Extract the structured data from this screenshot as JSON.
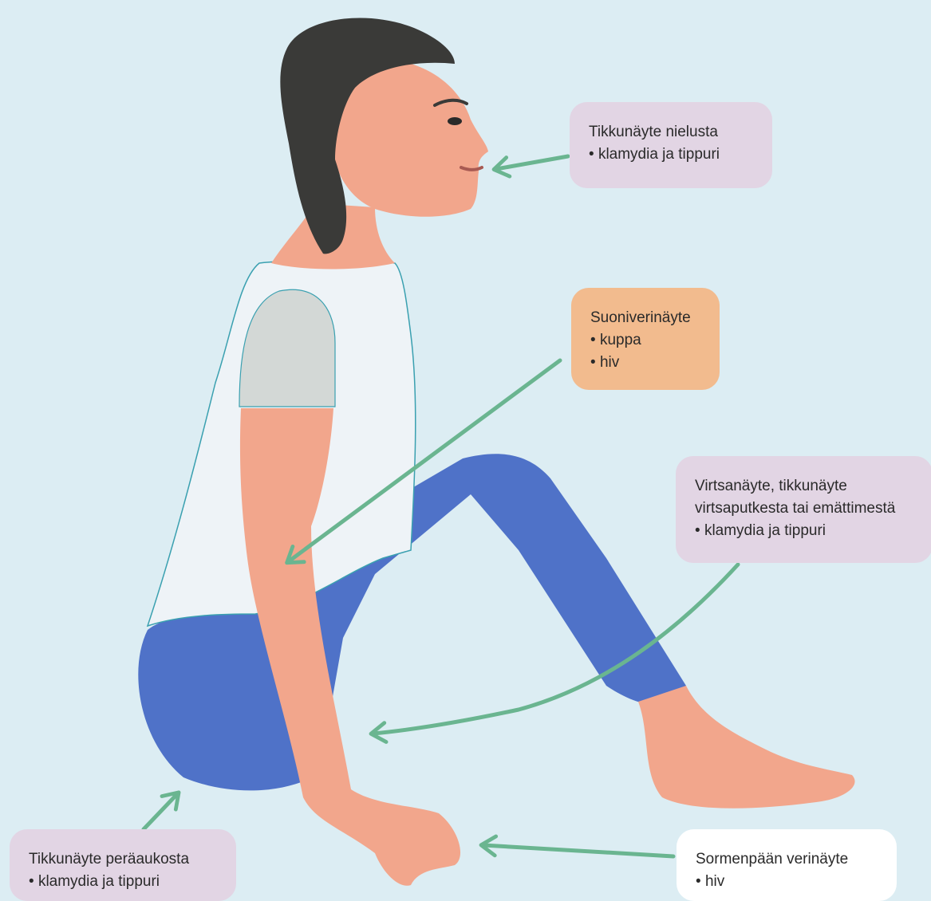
{
  "colors": {
    "background": "#dcedf3",
    "arrow": "#6ab590",
    "callout_lilac": "#e2d5e4",
    "callout_orange": "#f2bb8e",
    "callout_white": "#ffffff",
    "skin": "#f2a68c",
    "hair": "#3a3a38",
    "shirt": "#eef3f7",
    "sleeve": "#d3d8d6",
    "pants": "#4f72c8"
  },
  "callouts": {
    "throat": {
      "title": "Tikkunäyte nielusta",
      "items": [
        "klamydia ja tippuri"
      ]
    },
    "blood": {
      "title": "Suoniverinäyte",
      "items": [
        "kuppa",
        "hiv"
      ]
    },
    "urine": {
      "title_line1": "Virtsanäyte, tikkunäyte",
      "title_line2": "virtsaputkesta tai emättimestä",
      "items": [
        "klamydia ja tippuri"
      ]
    },
    "rectal": {
      "title": "Tikkunäyte peräaukosta",
      "items": [
        "klamydia ja tippuri"
      ]
    },
    "finger": {
      "title": "Sormenpään verinäyte",
      "items": [
        "hiv"
      ]
    }
  }
}
